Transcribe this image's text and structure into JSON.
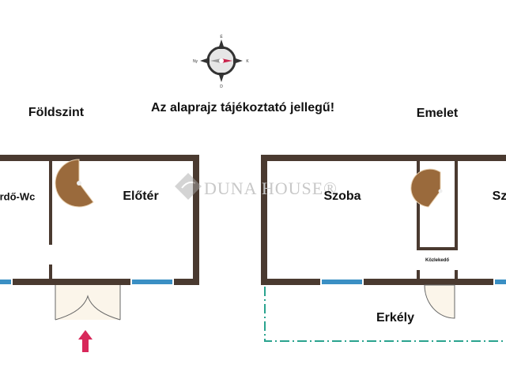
{
  "header": {
    "ground_floor": "Földszint",
    "notice": "Az alaprajz tájékoztató jellegű!",
    "upper_floor": "Emelet"
  },
  "compass": {
    "north": "É",
    "east": "K",
    "south": "D",
    "west": "Ny",
    "needle_color": "#c8234a"
  },
  "ground_floor_rooms": {
    "bathroom": "rdő-Wc",
    "hall": "Előtér"
  },
  "upper_floor_rooms": {
    "room1": "Szoba",
    "room2": "Sz",
    "corridor": "Közlekedő",
    "balcony": "Erkély"
  },
  "watermark": "DUNA HOUSE®",
  "colors": {
    "wall": "#4a3a30",
    "window": "#3a8fc4",
    "stair": "#9a6a3c",
    "balcony_line": "#2aa38f",
    "entrance_arrow": "#d8285a",
    "door_fill": "#fbf5ea"
  }
}
